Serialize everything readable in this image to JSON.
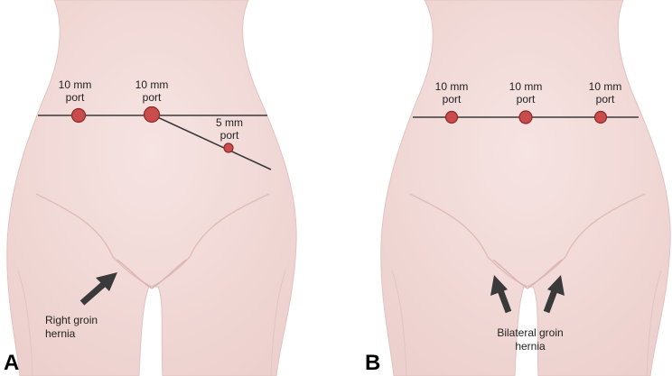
{
  "colors": {
    "skin": "#f3dcda",
    "skin_shadow": "#e6c4c1",
    "port_fill": "#c94b4b",
    "port_stroke": "#8b2a2a",
    "line": "#3a3a3a",
    "arrow": "#3a3a3a"
  },
  "panel_a": {
    "letter": "A",
    "ports": [
      {
        "line1": "10 mm",
        "line2": "port"
      },
      {
        "line1": "10 mm",
        "line2": "port"
      },
      {
        "line1": "5 mm",
        "line2": "port"
      }
    ],
    "hernia_label": {
      "line1": "Right groin",
      "line2": "hernia"
    }
  },
  "panel_b": {
    "letter": "B",
    "ports": [
      {
        "line1": "10 mm",
        "line2": "port"
      },
      {
        "line1": "10 mm",
        "line2": "port"
      },
      {
        "line1": "10 mm",
        "line2": "port"
      }
    ],
    "hernia_label": {
      "line1": "Bilateral groin",
      "line2": "hernia"
    }
  }
}
